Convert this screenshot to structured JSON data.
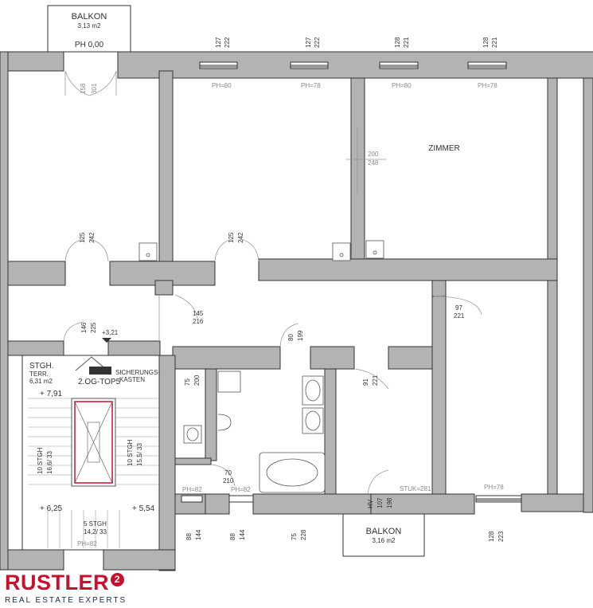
{
  "rooms": {
    "balkon_top": {
      "name": "BALKON",
      "area": "3,13 m2",
      "ph": "PH 0,00"
    },
    "zimmer": "ZIMMER",
    "balkon_bottom": {
      "name": "BALKON",
      "area": "3,16 m2"
    },
    "stairwell": {
      "name": "STGH.",
      "terr_label": "TERR.",
      "terr_area": "6,31 m2",
      "level": "2.OG-TOP5",
      "sicherung": "SICHERUNGS-",
      "kasten": "KASTEN",
      "elev_top": "+ 7,91",
      "elev_left": "+ 6,25",
      "elev_right": "+ 5,54",
      "left_flight_a": "10 STGH",
      "left_flight_b": "16,6/ 33",
      "right_flight_a": "10 STGH",
      "right_flight_b": "15,5/ 33",
      "bottom_flight_a": "5 STGH",
      "bottom_flight_b": "14,2/ 33",
      "bottom_ph": "PH=82"
    },
    "elevation_hall": "+3,21"
  },
  "windows": [
    {
      "w": "127",
      "h": "222",
      "ph": "PH=80"
    },
    {
      "w": "127",
      "h": "222",
      "ph": "PH=78"
    },
    {
      "w": "128",
      "h": "221",
      "ph": "PH=80"
    },
    {
      "w": "128",
      "h": "221",
      "ph": "PH=78"
    }
  ],
  "doors": {
    "balkon_door": {
      "w": "158",
      "h": "301"
    },
    "living_door": {
      "w": "200",
      "h": "248"
    },
    "door_a": {
      "w": "125",
      "h": "242"
    },
    "door_b": {
      "w": "125",
      "h": "242"
    },
    "door_c": {
      "w": "145",
      "h": "216"
    },
    "door_d": {
      "w": "146",
      "h": "225"
    },
    "door_e": {
      "w": "97",
      "h": "221"
    },
    "door_f": {
      "w": "80",
      "h": "199"
    },
    "door_g": {
      "w": "75",
      "h": "200"
    },
    "door_h": {
      "w": "91",
      "h": "221"
    },
    "door_i": {
      "w": "70",
      "h": "210"
    },
    "door_j": {
      "w": "107",
      "h": "198"
    }
  },
  "bottom_windows": [
    {
      "w": "88",
      "h": "144",
      "ph": "PH=82"
    },
    {
      "w": "88",
      "h": "144",
      "ph": "PH=82"
    },
    {
      "w": "75",
      "h": "228",
      "ph": ""
    },
    {
      "w": "128",
      "h": "223",
      "ph": "PH=78"
    }
  ],
  "misc": {
    "stuk": "STUK=281",
    "hv": "HV"
  },
  "brand": {
    "name": "RUSTLER",
    "mark": "2",
    "tagline": "REAL ESTATE EXPERTS"
  }
}
